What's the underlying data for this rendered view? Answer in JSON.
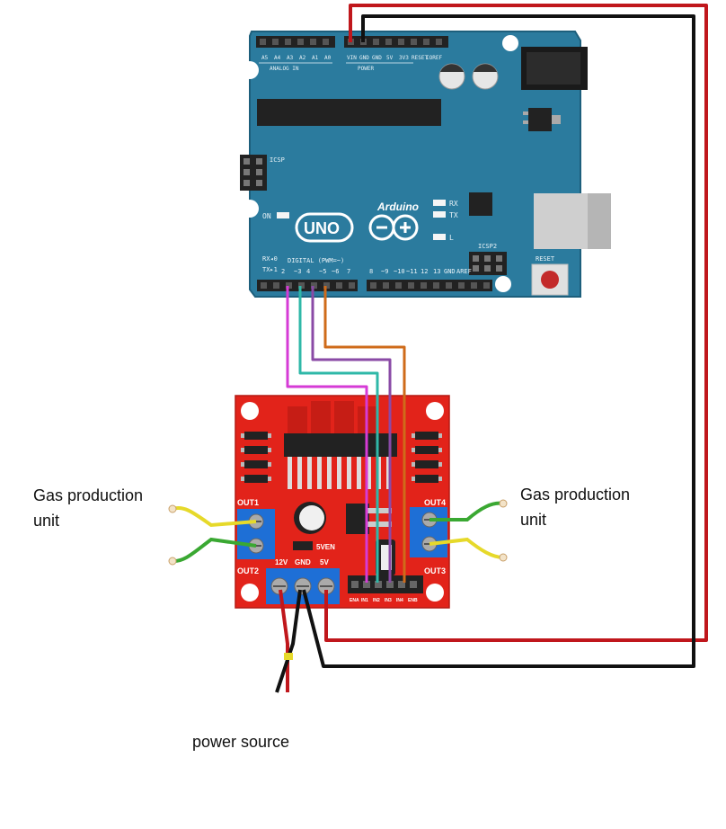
{
  "labels": {
    "left_unit_line1": "Gas production",
    "left_unit_line2": "unit",
    "right_unit_line1": "Gas production",
    "right_unit_line2": "unit",
    "power_source": "power source"
  },
  "arduino": {
    "brand": "Arduino",
    "model": "UNO",
    "analog_in": "ANALOG IN",
    "power": "POWER",
    "digital": "DIGITAL (PWM=~)",
    "on": "ON",
    "rx": "RX",
    "tx": "TX",
    "l": "L",
    "icsp": "ICSP",
    "icsp2": "ICSP2",
    "reset": "RESET",
    "aref": "AREF",
    "gnd": "GND",
    "ioref": "IOREF",
    "v5": "5V",
    "v33": "3V3",
    "vin": "VIN",
    "tx1": "TX▸1",
    "rx0": "RX◂0",
    "a_pins": [
      "A0",
      "A1",
      "A2",
      "A3",
      "A4",
      "A5"
    ],
    "d_pins": [
      "2",
      "~3",
      "4",
      "~5",
      "~6",
      "7",
      "8",
      "~9",
      "~10",
      "~11",
      "12",
      "13"
    ]
  },
  "driver": {
    "out1": "OUT1",
    "out2": "OUT2",
    "out3": "OUT3",
    "out4": "OUT4",
    "v12": "12V",
    "gnd": "GND",
    "v5": "5V",
    "enable_5v": "5VEN",
    "pins": [
      "ENA",
      "IN1",
      "IN2",
      "IN3",
      "IN4",
      "ENB"
    ]
  },
  "colors": {
    "arduino_board": "#2b7b9e",
    "driver_board": "#e2231a",
    "power_wire": "#c0171c",
    "ground_wire": "#111111",
    "signal_magenta": "#d63bd6",
    "signal_teal": "#2fb8a8",
    "signal_purple": "#8a4aa6",
    "signal_orange": "#cf6b1a",
    "terminal_blue": "#1e6fd6",
    "motor_wire_green": "#3aa832",
    "motor_wire_yellow": "#e6d92a"
  }
}
